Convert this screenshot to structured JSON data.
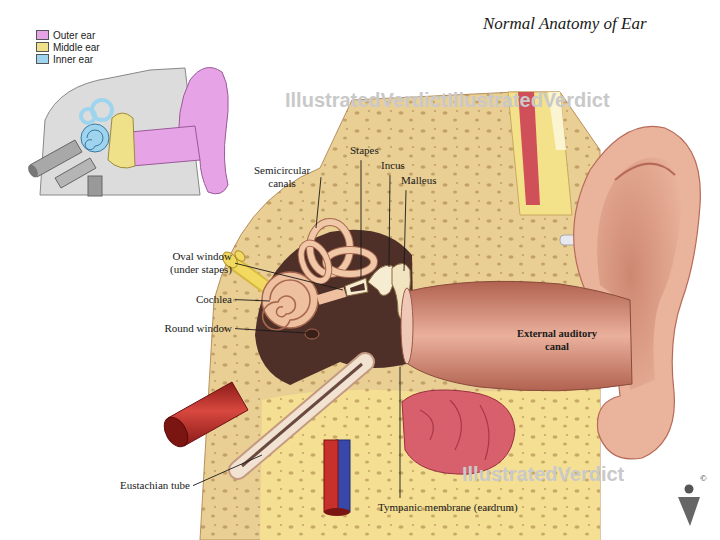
{
  "diagram": {
    "title": "Normal Anatomy of Ear",
    "labels": [
      "Semicircular canals",
      "Stapes",
      "Incus",
      "Malleus",
      "Oval window (under stapes)",
      "Cochlea",
      "Round window",
      "External auditory canal",
      "Eustachian tube",
      "Tympanic membrane (eardrum)",
      "IllustratedVerdictIllustratedVerdict",
      "IllustratedVerdict",
      "©"
    ],
    "legend": [
      {
        "text": "Outer ear",
        "color": "#e6a3e6"
      },
      {
        "text": "Middle ear",
        "color": "#efe08a"
      },
      {
        "text": "Inner ear",
        "color": "#9fd4ef"
      }
    ]
  }
}
